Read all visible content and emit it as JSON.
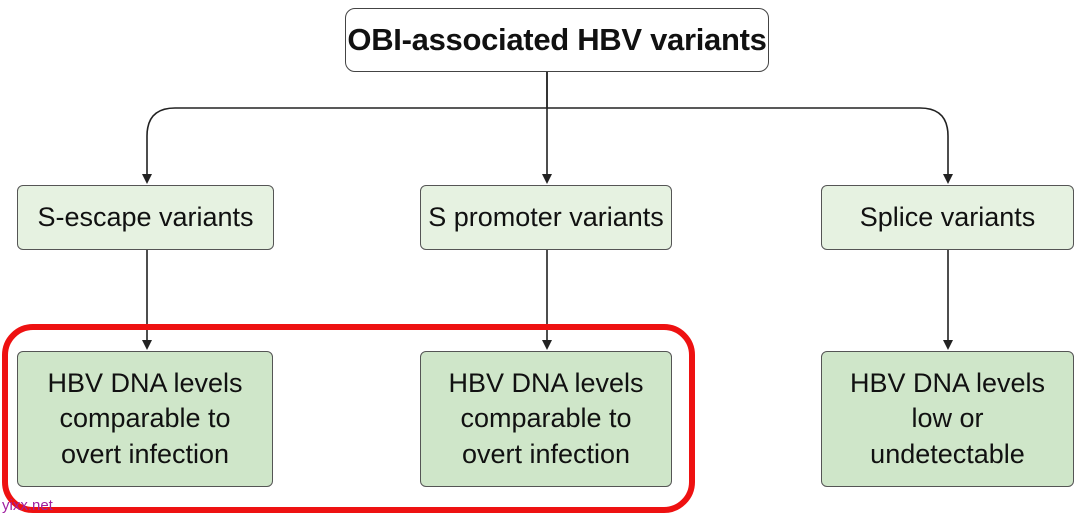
{
  "root": {
    "label": "OBI-associated HBV variants"
  },
  "variants": [
    {
      "label": "S-escape variants",
      "outcome": "HBV DNA levels\ncomparable to\novert infection"
    },
    {
      "label": "S promoter variants",
      "outcome": "HBV DNA levels\ncomparable  to\novert infection"
    },
    {
      "label": "Splice variants",
      "outcome": "HBV DNA levels\nlow or\nundetectable"
    }
  ],
  "watermark": "yixx.net",
  "colors": {
    "highlight": "#ee1111",
    "node_fill_light": "#e6f2e1",
    "node_fill_dark": "#cfe6c9",
    "connector": "#222222"
  }
}
